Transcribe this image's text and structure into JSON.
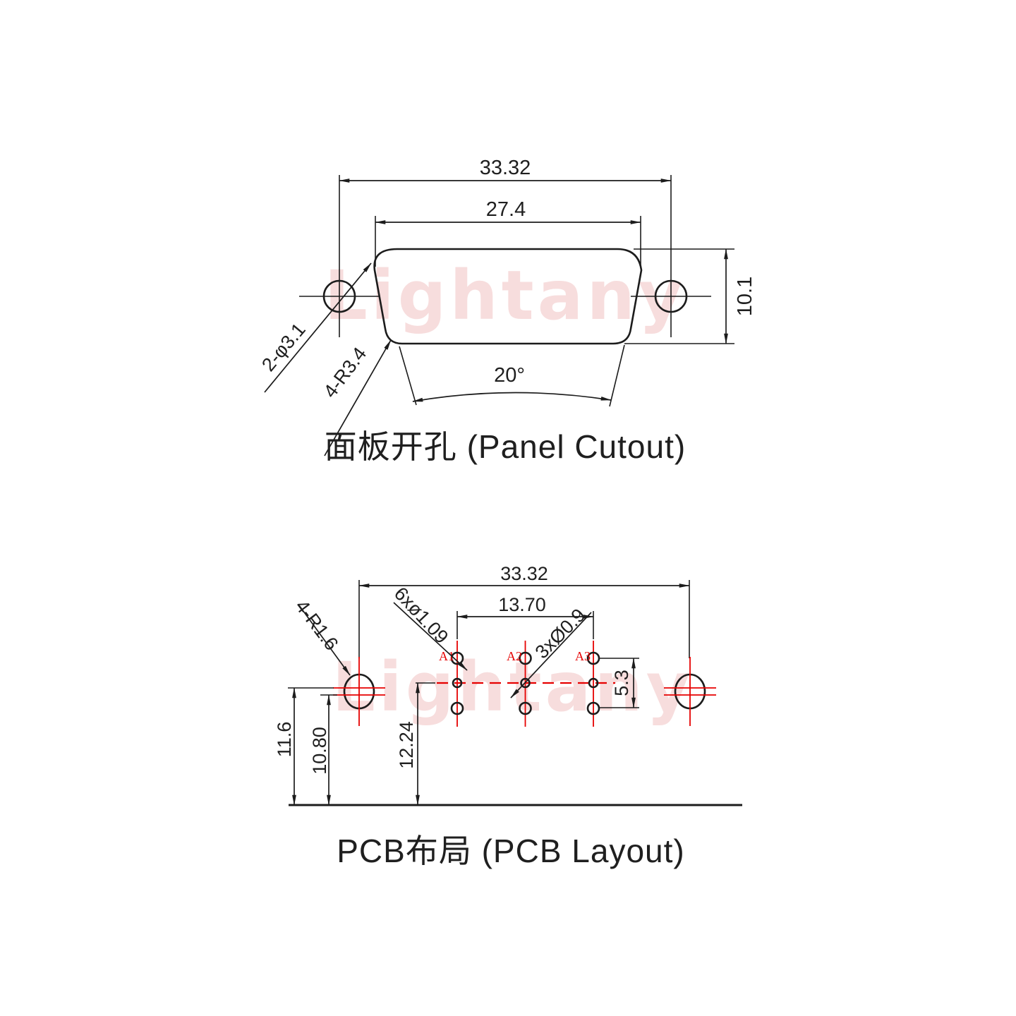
{
  "watermark": {
    "text": "Lightany",
    "color": "#f7dddd"
  },
  "colors": {
    "line": "#1c1c1c",
    "accent_red": "#e60000",
    "text": "#1f1f1f"
  },
  "panel_cutout": {
    "title": "面板开孔 (Panel Cutout)",
    "dim_overall_width": "33.32",
    "dim_cutout_width": "27.4",
    "dim_cutout_height": "10.1",
    "label_screw_holes": "2-φ3.1",
    "label_corner_radius": "4-R3.4",
    "dim_side_angle": "20°"
  },
  "pcb_layout": {
    "title": "PCB布局 (PCB Layout)",
    "dim_overall_width": "33.32",
    "dim_pin_span": "13.70",
    "label_signal_holes": "6xø1.09",
    "label_coax_holes": "3xØ0.9",
    "label_mount_radius": "4-R1.6",
    "dim_row_span": "5.3",
    "dim_edge_to_slot_center_a": "11.6",
    "dim_edge_to_slot_center_b": "10.80",
    "dim_edge_to_pin_row": "12.24",
    "pin_labels": [
      "A1",
      "A2",
      "A3"
    ]
  }
}
